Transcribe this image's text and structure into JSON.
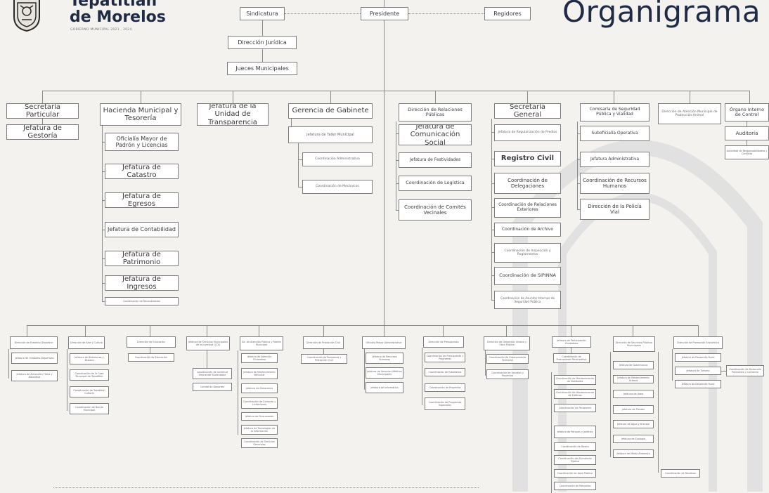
{
  "header": {
    "logo_line1": "Tepatitlán",
    "logo_line2": "de Morelos",
    "logo_sub": "GOBIERNO MUNICIPAL 2021 · 2024",
    "title": "Organigrama"
  },
  "top": {
    "sindicatura": "Sindicatura",
    "presidente": "Presidente",
    "regidores": "Regidores",
    "direccion_juridica": "Dirección Jurídica",
    "jueces": "Jueces Municipales"
  },
  "upper": {
    "secretaria_particular": "Secretaría Particular",
    "jefatura_gestoria": "Jefatura de Gestoría",
    "hacienda": "Hacienda Municipal y Tesorería",
    "hacienda_items": [
      "Oficialía Mayor de Padrón y Licencias",
      "Jefatura de Catastro",
      "Jefatura de Egresos",
      "Jefatura de Contabilidad",
      "Jefatura de Patrimonio",
      "Jefatura de Ingresos",
      "Coordinación de Recaudadores"
    ],
    "transparencia": "Jefatura de la Unidad de Transparencia",
    "gerencia": "Gerencia de Gabinete",
    "gerencia_items": [
      "Jefatura de Taller Municipal",
      "Coordinación Administrativa",
      "Coordinación de Mecánicos"
    ],
    "relaciones": "Dirección de Relaciones Públicas",
    "relaciones_items": [
      "Jefatura de Comunicación Social",
      "Jefatura de Festividades",
      "Coordinación de Logística",
      "Coordinación de Comités Vecinales"
    ],
    "secretaria_general": "Secretaría General",
    "secretaria_items": [
      "Jefatura de Regularización de Predios",
      "Registro Civil",
      "Coordinación de Delegaciones",
      "Coordinación de Relaciones Exteriores",
      "Coordinación de Archivo",
      "Coordinación de Inspección y Reglamentos",
      "Coordinación de SIPINNA",
      "Coordinación de Asuntos Internos de Seguridad Pública"
    ],
    "comisaria": "Comisaría de Seguridad Pública y Vialidad",
    "comisaria_items": [
      "Suboficialía Operativa",
      "Jefatura Administrativa",
      "Coordinación de Recursos Humanos",
      "Dirección de la Policía Vial"
    ],
    "atencion": "Dirección de Atención Municipal de Protección Animal",
    "organo": "Órgano Interno de Control",
    "auditoria": "Auditoría",
    "auditoria_sub": "Autoridad de Responsabilidades y Conflicto"
  },
  "lower": {
    "d1": "Dirección de Fomento Deportivo",
    "d1_items": [
      "Jefatura de Unidades Deportivas",
      "Jefatura de Activación Física y Deportiva"
    ],
    "d2": "Dirección de Arte y Cultura",
    "d2_items": [
      "Jefatura de Bibliotecas y Museos",
      "Coordinación de la Casa Municipal de Tepatitlán",
      "Coordinación de Tepatitlán Cultural",
      "Coordinación de Banda Municipal"
    ],
    "d3": "Dirección de Educación",
    "d3_items": [
      "Coordinación de Educación"
    ],
    "d4": "Jefatura de Servicios Municipales de la Juventud (COJ)",
    "d4_items": [
      "Coordinación de Juventud Emprende Sustentable",
      "Comité de Deportes"
    ],
    "d5": "Dir. de Atención Pública y Padrón Municipal",
    "d5_items": [
      "Jefatura de Atención Ciudadana",
      "Jefatura de Mantenimiento Vehicular",
      "Jefatura de Almacenes",
      "Coordinación de Compras y Licitaciones",
      "Jefatura de Presupuesto",
      "Jefatura de Tecnologías de la Información",
      "Coordinación de Servicios Generales"
    ],
    "d6": "Dirección de Protección Civil",
    "d6_items": [
      "Coordinación de Bomberos y Protección Civil"
    ],
    "d7": "Oficialía Mayor Administrativa",
    "d7_items": [
      "Jefatura de Recursos Humanos",
      "Jefatura de Servicios Médicos Municipales",
      "Jefatura de Informática"
    ],
    "d8": "Dirección de Presupuesto",
    "d8_items": [
      "Coordinación de Presupuesto y Programas",
      "Coordinación de Estadística",
      "Coordinación de Proyectos",
      "Coordinación de Programas Especiales"
    ],
    "d9": "Dirección de Desarrollo Urbano y Obra Pública",
    "d9_items": [
      "Coordinación de Ordenamiento Territorial",
      "Coordinación de Estudios y Proyectos"
    ],
    "d10": "Jefatura de Participación Ciudadana",
    "d10_items": [
      "Coordinación de Presupuesto Participativo"
    ],
    "d11_items": [
      "Coordinación de Mantenimiento de Vialidades",
      "Coordinación de Mantenimiento de Edificios",
      "Coordinación de Panteones",
      "Jefatura de Parques y Jardines",
      "Coordinación de Rastro",
      "Coordinación de Alumbrado Público",
      "Coordinación de Aseo Público",
      "Coordinación de Mercados"
    ],
    "d12": "Dirección de Servicios Públicos Municipales",
    "d12_items": [
      "Jefatura de Gobernanza",
      "Jefatura de Mantenimiento Urbano",
      "Jefatura de Aseo",
      "Jefatura de Plantas",
      "Jefatura de Agua y Drenaje",
      "Jefatura de Ecología",
      "Jefatura de Medio Ambiente"
    ],
    "d12_extra": "Coordinación de Residuos",
    "d13": "Dirección de Promoción Económica",
    "d13_items": [
      "Jefatura de Desarrollo Rural",
      "Jefatura de Turismo",
      "Jefatura de Desarrollo Rural"
    ],
    "d13_extra": "Coordinación de Desarrollo Productivo y Comercio"
  }
}
